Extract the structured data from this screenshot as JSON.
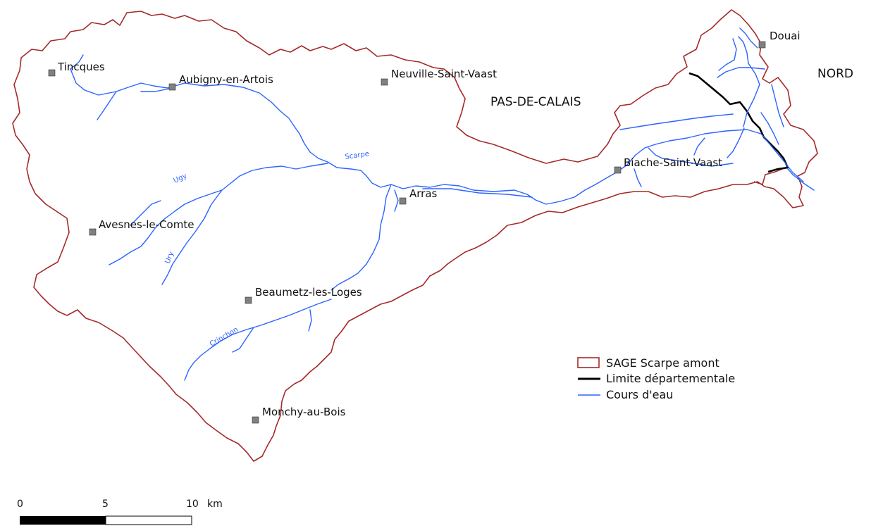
{
  "colors": {
    "boundary": "#a52a2a",
    "limit": "#000000",
    "river": "#2b63ff",
    "town_marker": "#808080"
  },
  "towns": [
    {
      "name": "Tincques"
    },
    {
      "name": "Aubigny-en-Artois"
    },
    {
      "name": "Neuville-Saint-Vaast"
    },
    {
      "name": "Douai"
    },
    {
      "name": "Biache-Saint-Vaast"
    },
    {
      "name": "Arras"
    },
    {
      "name": "Avesnes-le-Comte"
    },
    {
      "name": "Beaumetz-les-Loges"
    },
    {
      "name": "Monchy-au-Bois"
    }
  ],
  "regions": {
    "pas_de_calais": "PAS-DE-CALAIS",
    "nord": "NORD"
  },
  "rivers": {
    "scarpe": "Scarpe",
    "ugy": "Ugy",
    "ury": "Ury",
    "crinchon": "Crinchon"
  },
  "legend": {
    "items": [
      {
        "label": "SAGE Scarpe amont",
        "symbol": "boundary-box"
      },
      {
        "label": "Limite départementale",
        "symbol": "black-line"
      },
      {
        "label": "Cours d'eau",
        "symbol": "blue-line"
      }
    ]
  },
  "scale_bar": {
    "ticks": [
      "0",
      "5",
      "10"
    ],
    "unit": "km"
  }
}
